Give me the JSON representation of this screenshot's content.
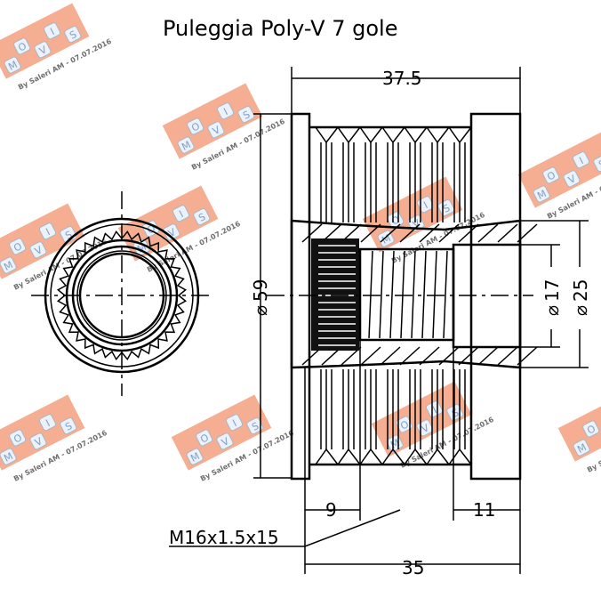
{
  "title": "Puleggia Poly-V 7 gole",
  "dimensions": {
    "overall_length": "37.5",
    "outer_diameter": "59",
    "bore_diameter": "17",
    "hub_diameter": "25",
    "left_offset": "9",
    "right_offset": "11",
    "body_length": "35",
    "thread": "M16x1.5x15",
    "diameter_symbol": "⌀"
  },
  "watermark": {
    "letters": [
      "M",
      "O",
      "V",
      "I",
      "S"
    ],
    "caption": "By Saleri AM - 07.07.2016",
    "color": "#f4a07f"
  }
}
